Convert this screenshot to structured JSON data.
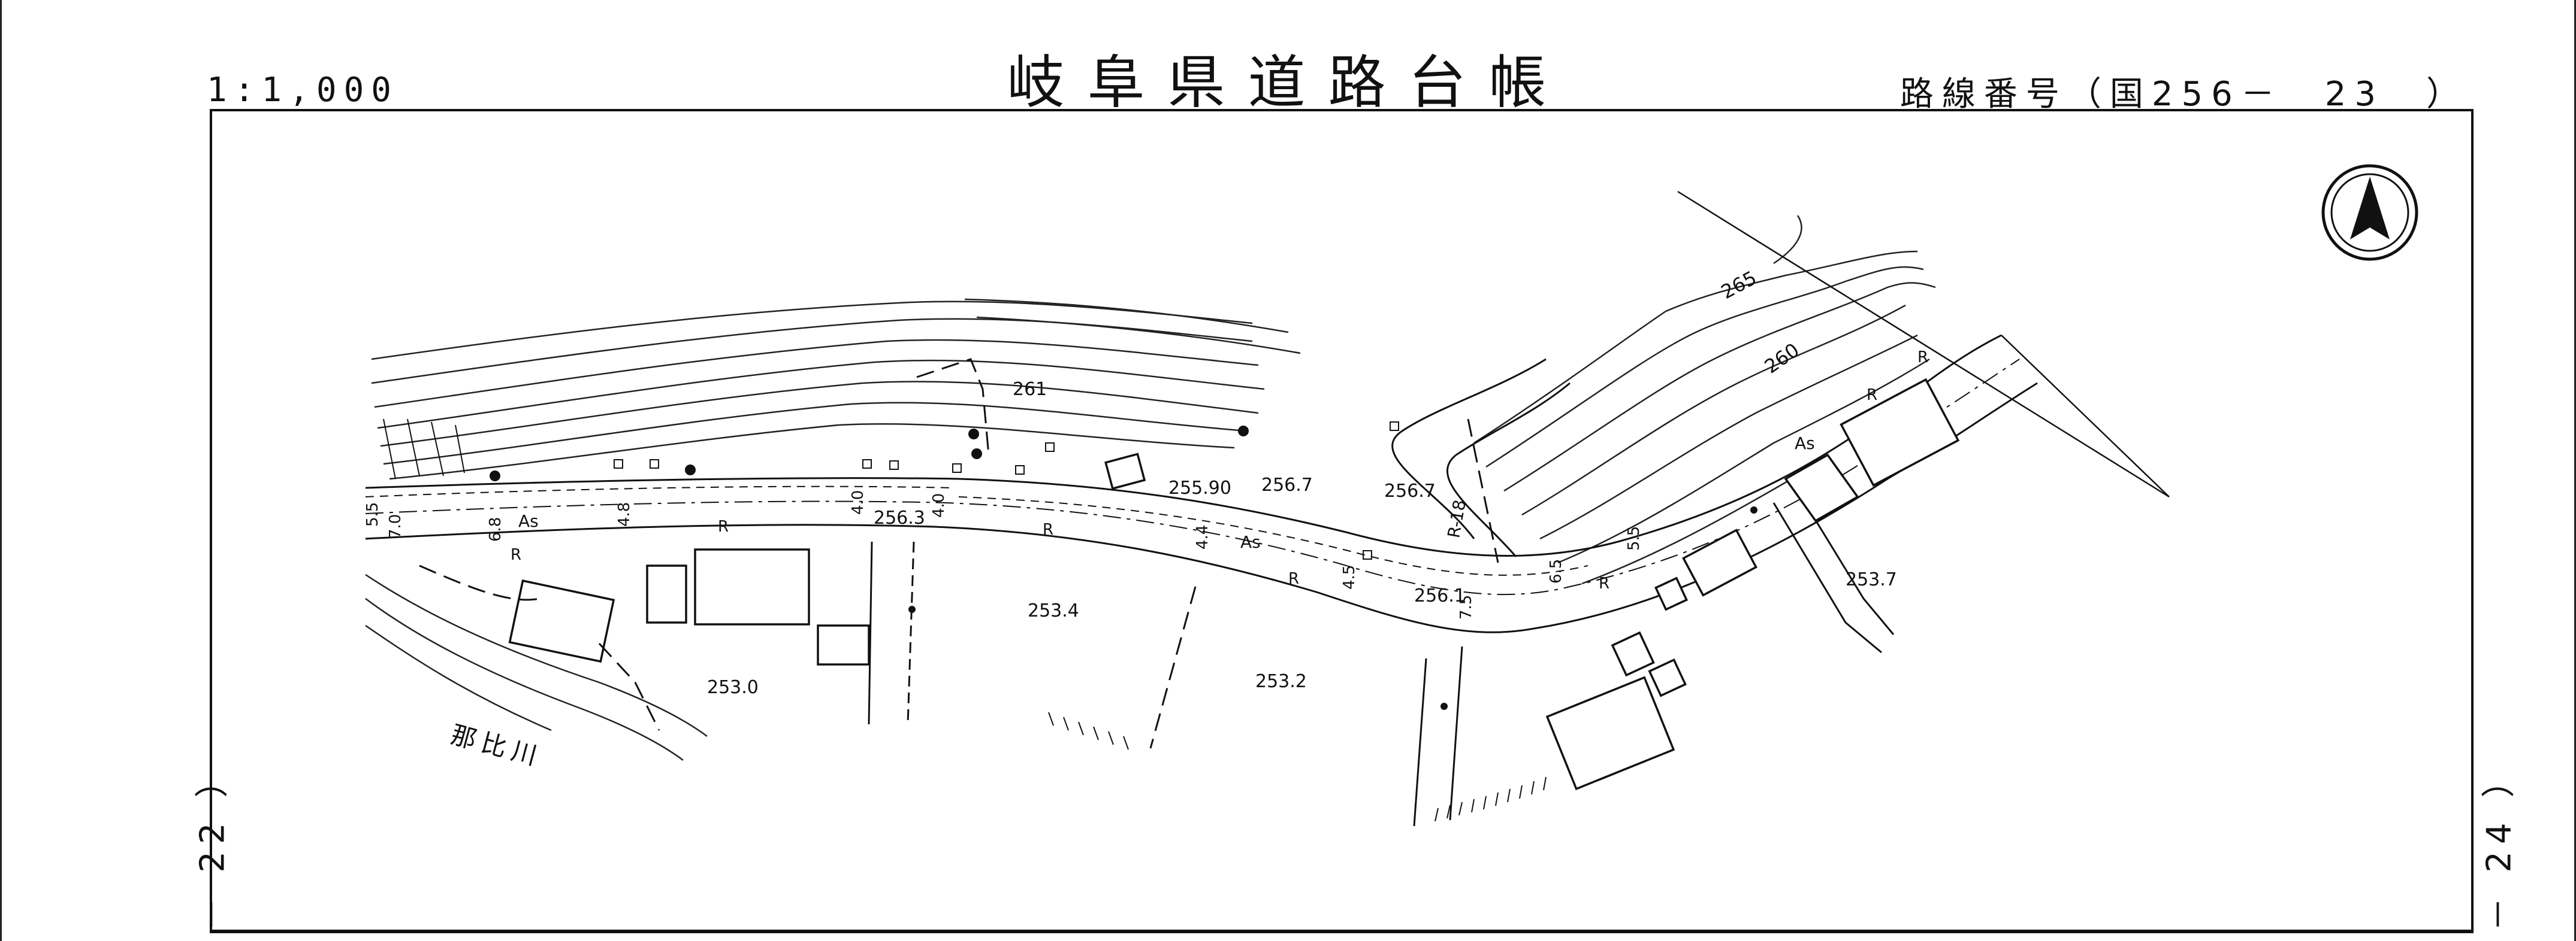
{
  "sheet": {
    "title": "岐阜県道路台帳",
    "scale": "1:1,000",
    "route_number": "路線番号（国256－　23　）",
    "prev_sheet": "－ 22 ）",
    "next_sheet": "－ 24 ）"
  },
  "map": {
    "river_label": "那比川",
    "spot_elevations": [
      "261",
      "255.90",
      "256.7",
      "256.7",
      "256.3",
      "253.4",
      "253.0",
      "253.2",
      "256.1",
      "253.7"
    ],
    "contour_labels": [
      "265",
      "260"
    ],
    "road_widths": [
      "5.5",
      "7.0",
      "6.8",
      "4.8",
      "4.0",
      "4.0",
      "4.4",
      "4.5",
      "7.5",
      "6.5",
      "5.5"
    ],
    "surface_labels": [
      "As",
      "As",
      "As"
    ],
    "curve_radius": "R-18",
    "road_marks": [
      "R",
      "R",
      "R",
      "R",
      "R",
      "R",
      "R"
    ],
    "north_arrow": "north-arrow"
  },
  "colors": {
    "ink": "#111111",
    "paper": "#ffffff"
  }
}
